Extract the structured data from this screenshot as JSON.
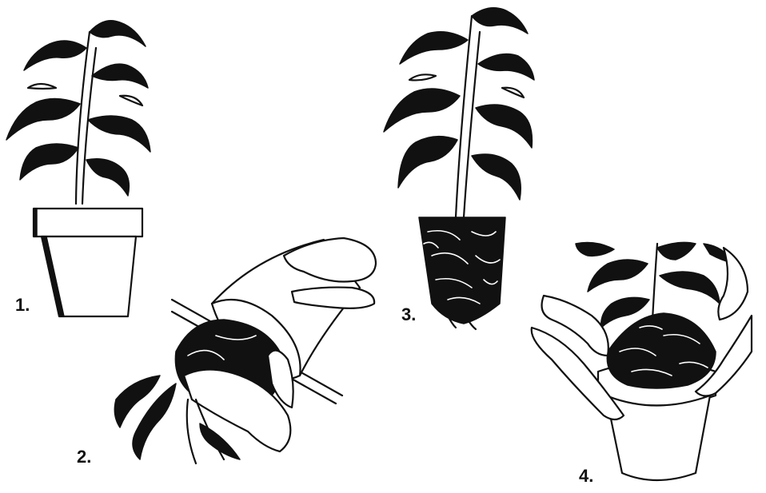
{
  "steps": [
    {
      "number": "1."
    },
    {
      "number": "2."
    },
    {
      "number": "3."
    },
    {
      "number": "4."
    }
  ],
  "colors": {
    "ink": "#111111",
    "paper": "#ffffff"
  }
}
